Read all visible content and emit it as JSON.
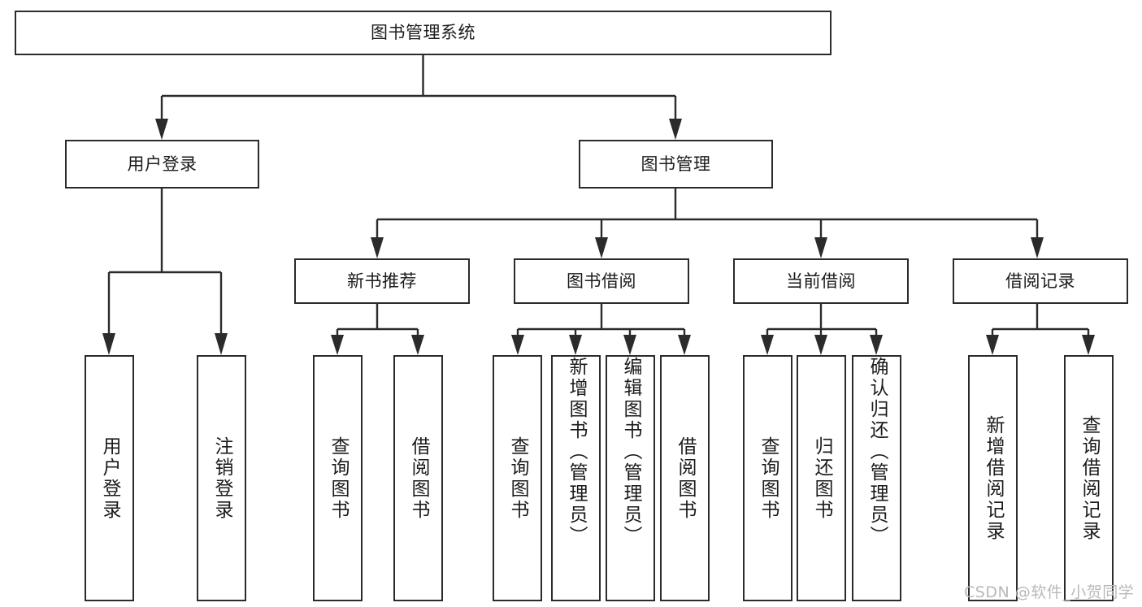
{
  "diagram": {
    "type": "tree-hierarchy",
    "title": "图书管理系统",
    "watermark": "CSDN @软件_小贺同学",
    "colors": {
      "box_border": "#2b2b2b",
      "box_fill": "#ffffff",
      "connector": "#2b2b2b",
      "text": "#1b1b1b",
      "watermark": "#b9b9b9",
      "canvas": "#ffffff"
    },
    "nodes": {
      "root": {
        "label": "图书管理系统"
      },
      "level1": [
        {
          "id": "user-login",
          "label": "用户登录"
        },
        {
          "id": "book-manage",
          "label": "图书管理"
        }
      ],
      "level2": [
        {
          "id": "new-book-recommend",
          "label": "新书推荐"
        },
        {
          "id": "book-borrow",
          "label": "图书借阅"
        },
        {
          "id": "current-borrow",
          "label": "当前借阅"
        },
        {
          "id": "borrow-record",
          "label": "借阅记录"
        }
      ],
      "leaves": {
        "user_login": [
          {
            "id": "leaf-user-login",
            "label": "用户登录"
          },
          {
            "id": "leaf-logout-login",
            "label": "注销登录"
          }
        ],
        "new_book_recommend": [
          {
            "id": "leaf-query-book-1",
            "label": "查询图书"
          },
          {
            "id": "leaf-borrow-book-1",
            "label": "借阅图书"
          }
        ],
        "book_borrow": [
          {
            "id": "leaf-query-book-2",
            "label": "查询图书"
          },
          {
            "id": "leaf-add-book",
            "label": "新增图书（管理员）"
          },
          {
            "id": "leaf-edit-book",
            "label": "编辑图书（管理员）"
          },
          {
            "id": "leaf-borrow-book-2",
            "label": "借阅图书"
          }
        ],
        "current_borrow": [
          {
            "id": "leaf-query-book-3",
            "label": "查询图书"
          },
          {
            "id": "leaf-return-book",
            "label": "归还图书"
          },
          {
            "id": "leaf-confirm-return",
            "label": "确认归还（管理员）"
          }
        ],
        "borrow_record": [
          {
            "id": "leaf-add-record",
            "label": "新增借阅记录"
          },
          {
            "id": "leaf-query-record",
            "label": "查询借阅记录"
          }
        ]
      }
    }
  }
}
